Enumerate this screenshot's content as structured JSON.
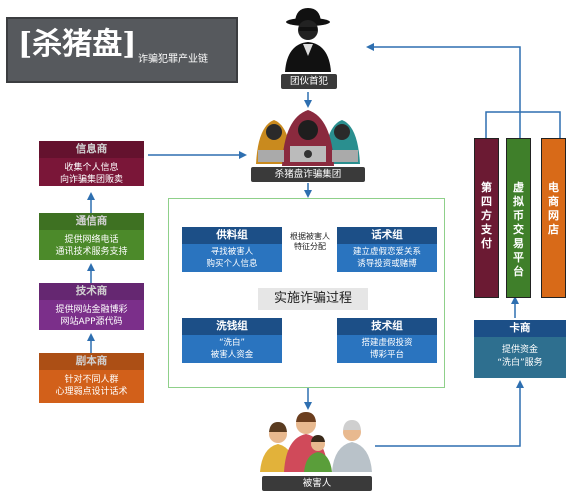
{
  "title": {
    "main": "[杀猪盘]",
    "sub": "诈骗犯罪产业链"
  },
  "leader": {
    "label": "团伙首犯"
  },
  "group": {
    "label": "杀猪盘诈骗集团"
  },
  "victim": {
    "label": "被害人"
  },
  "chain": [
    {
      "title": "信息商",
      "desc": [
        "收集个人信息",
        "向诈骗集团贩卖"
      ],
      "color": "#7a1638"
    },
    {
      "title": "通信商",
      "desc": [
        "提供网络电话",
        "通讯技术服务支持"
      ],
      "color": "#4c8a2a"
    },
    {
      "title": "技术商",
      "desc": [
        "提供网站金融博彩",
        "网站APP源代码"
      ],
      "color": "#7b2f8a"
    },
    {
      "title": "剧本商",
      "desc": [
        "针对不同人群",
        "心理弱点设计话术"
      ],
      "color": "#d2601a"
    }
  ],
  "process": {
    "label": "实施诈骗过程",
    "edge_label": [
      "根据被害人",
      "特征分配"
    ],
    "groups": {
      "supply": {
        "title": "供料组",
        "desc": [
          "寻找被害人",
          "购买个人信息"
        ]
      },
      "script": {
        "title": "话术组",
        "desc": [
          "建立虚假恋爱关系",
          "诱导投资或赌博"
        ]
      },
      "launder": {
        "title": "洗钱组",
        "desc": [
          "“洗白”",
          "被害人资金"
        ]
      },
      "tech": {
        "title": "技术组",
        "desc": [
          "搭建虚假投资",
          "博彩平台"
        ]
      }
    }
  },
  "payment": [
    {
      "text": "第四方支付",
      "color": "#6b1a33"
    },
    {
      "text": "虚拟币交易平台",
      "color": "#3f7f2a"
    },
    {
      "text": "电商网店",
      "color": "#d86a18"
    }
  ],
  "card": {
    "title": "卡商",
    "desc": [
      "提供资金",
      "“洗白”服务"
    ],
    "head_color": "#1c4f87",
    "body_color": "#2e6f8f"
  },
  "colors": {
    "arrow": "#2e6fb0",
    "frame": "#8fd08a"
  }
}
